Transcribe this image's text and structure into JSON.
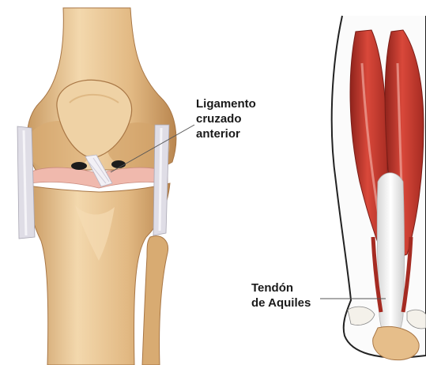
{
  "labels": {
    "acl": [
      "Ligamento",
      "cruzado",
      "anterior"
    ],
    "achilles": [
      "Tendón",
      "de Aquiles"
    ]
  },
  "colors": {
    "bone": "#e2b983",
    "bone_shadow": "#c99a62",
    "bone_light": "#f3d8ad",
    "ligament": "#e9e6ee",
    "cartilage": "#f0b9ad",
    "muscle": "#c73a2e",
    "muscle_dark": "#8f231c",
    "tendon": "#eaeaea",
    "leg_outline": "#222222",
    "leader_line": "#555555"
  }
}
